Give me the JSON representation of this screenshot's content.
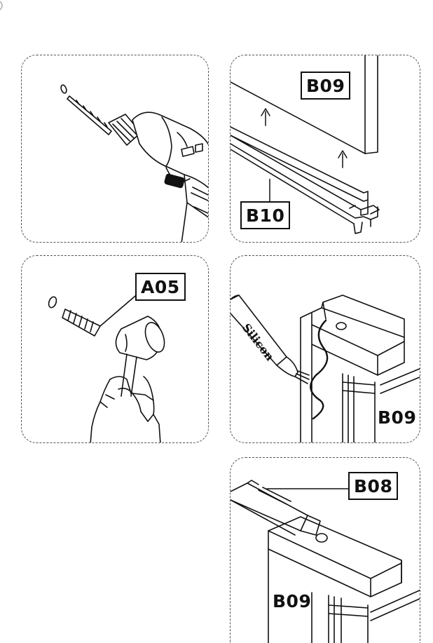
{
  "labels": {
    "b09_top": "B09",
    "b10": "B10",
    "a05": "A05",
    "b09_mid": "B09",
    "b08": "B08",
    "b09_bottom": "B09"
  },
  "tube_text": "Silicon"
}
